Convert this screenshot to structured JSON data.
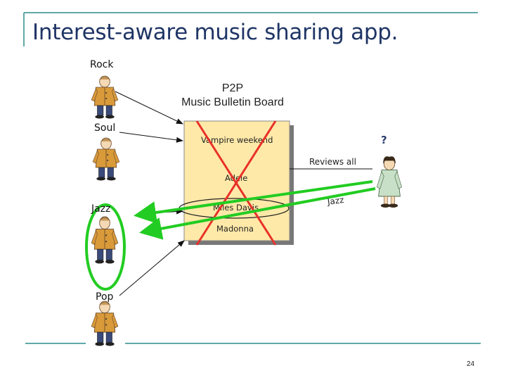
{
  "slide": {
    "title": "Interest-aware music sharing app.",
    "page_number": "24"
  },
  "users": [
    {
      "genre": "Rock"
    },
    {
      "genre": "Soul"
    },
    {
      "genre": "Jazz"
    },
    {
      "genre": "Pop"
    }
  ],
  "board": {
    "title_line1": "P2P",
    "title_line2": "Music Bulletin Board",
    "items": [
      "Vampire weekend",
      "Adele",
      "Miles Davis",
      "Madonna"
    ]
  },
  "reviewer": {
    "question_mark": "?",
    "reviews_label": "Reviews all",
    "jazz_label": "Jazz"
  },
  "colors": {
    "title": "#1f3566",
    "accent_line": "#2e8b8b",
    "board_fill": "#ffe9a8",
    "cross": "#e8312a",
    "highlight": "#22cc22"
  }
}
